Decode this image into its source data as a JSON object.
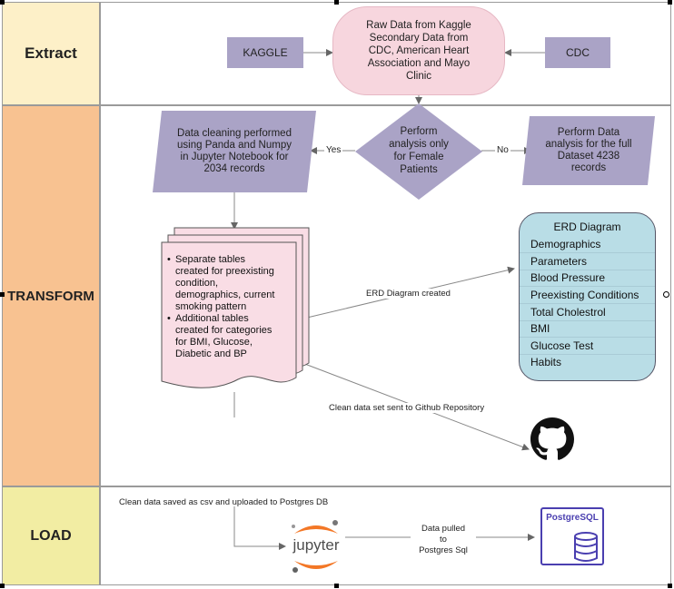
{
  "lanes": {
    "extract": "Extract",
    "transform": "TRANSFORM",
    "load": "LOAD"
  },
  "extract": {
    "kaggle": "KAGGLE",
    "raw_data": [
      "Raw Data from Kaggle",
      "Secondary Data from",
      "CDC, American Heart",
      "Association and Mayo",
      "Clinic"
    ],
    "cdc": "CDC"
  },
  "transform": {
    "decision": [
      "Perform",
      "analysis only",
      "for Female",
      "Patients"
    ],
    "yes_label": "Yes",
    "no_label": "No",
    "cleaning": [
      "Data cleaning performed",
      "using Panda and Numpy",
      "in Jupyter Notebook for",
      "2034 records"
    ],
    "full_dataset": [
      "Perform Data",
      "analysis for the full",
      "Dataset 4238",
      "records"
    ],
    "documents": [
      [
        "Separate tables",
        "created for preexisting",
        "condition,",
        "demographics, current",
        "smoking pattern"
      ],
      [
        "Additional tables",
        "created for categories",
        "for BMI, Glucose,",
        "Diabetic and BP"
      ]
    ],
    "erd_created_label": "ERD Diagram created",
    "github_label": "Clean data set sent to Github Repository",
    "erd": {
      "title": "ERD Diagram",
      "items": [
        "Demographics",
        "Parameters",
        "Blood Pressure",
        "Preexisting Conditions",
        "Total Cholestrol",
        "BMI",
        "Glucose Test",
        "Habits"
      ]
    }
  },
  "load": {
    "csv_label": "Clean data saved as csv and uploaded to Postgres DB",
    "jupyter": "jupyter",
    "pulled_label": [
      "Data pulled",
      "to",
      "Postgres Sql"
    ],
    "postgres": "PostgreSQL"
  },
  "icons": [
    "github-icon",
    "jupyter-logo",
    "postgresql-icon"
  ],
  "colors": {
    "extract_lane": "#fdf0c8",
    "transform_lane": "#f8c291",
    "load_lane": "#f2eda3",
    "raw_data_fill": "#f7d6de",
    "process_fill": "#aaa3c6",
    "document_fill": "#f9dde5",
    "erd_fill": "#b9dde6",
    "postgres_blue": "#4a3fb0",
    "jupyter_orange": "#f37726"
  }
}
